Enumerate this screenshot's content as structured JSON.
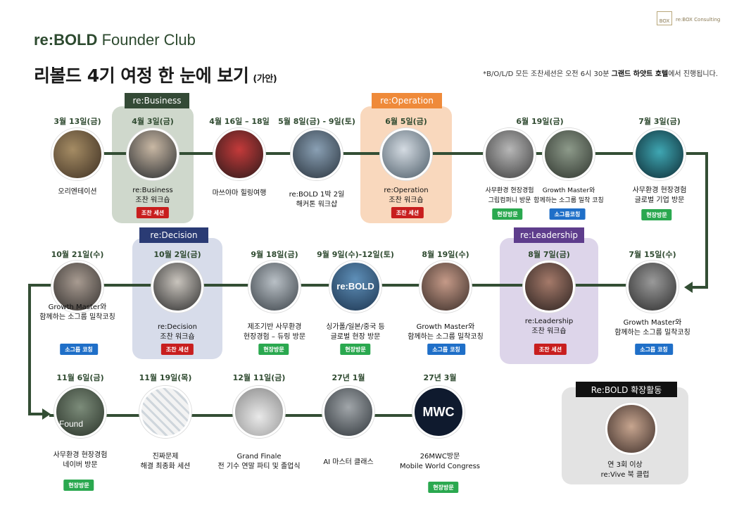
{
  "header": {
    "club_brand": "re:BOLD",
    "club_suffix": "Founder Club",
    "title": "리볼드 4기 여정 한 눈에 보기",
    "title_suffix": "(가안)",
    "note_prefix": "*B/O/L/D 모든 조찬세션은 오전 6시 30분 ",
    "note_bold": "그랜드 하얏트 호텔",
    "note_suffix": "에서 진행됩니다.",
    "logo_mark": "BOX",
    "logo_text": "re:BOX Consulting"
  },
  "panels": {
    "business": "re:Business",
    "operation": "re:Operation",
    "decision": "re:Decision",
    "leadership": "re:Leadership",
    "expansion": "Re:BOLD 확장활동"
  },
  "events": [
    {
      "date": "3월 13일(금)",
      "label": "오리엔테이션",
      "badge": ""
    },
    {
      "date": "4월 3일(금)",
      "label": "re:Business\n조찬 워크숍",
      "badge": "조찬 세션"
    },
    {
      "date": "4월 16일 – 18일",
      "label": "마쓰야마 힐링여행",
      "badge": ""
    },
    {
      "date": "5월 8일(금) - 9일(토)",
      "label": "re:BOLD 1박 2일\n해커톤 워크샵",
      "badge": ""
    },
    {
      "date": "6월 5일(금)",
      "label": "re:Operation\n조찬 워크숍",
      "badge": "조찬 세션"
    },
    {
      "date": "6월 19일(금)",
      "label": "",
      "badge": ""
    },
    {
      "date": "",
      "label": "사무환경 현장경험\n그립컴퍼니 방문",
      "badge": "현장방문"
    },
    {
      "date": "",
      "label": "Growth Master와\n함께하는 소그룹 밀착 코칭",
      "badge": "소그룹코칭"
    },
    {
      "date": "7월 3일(금)",
      "label": "사무환경 현장경험\n글로벌 기업 방문",
      "badge": "현장방문"
    },
    {
      "date": "7월 15일(수)",
      "label": "Growth Master와\n함께하는 소그룹 밀착코칭",
      "badge": "소그룹 코칭"
    },
    {
      "date": "8월 7일(금)",
      "label": "re:Leadership\n조찬 워크숍",
      "badge": "조찬 세션"
    },
    {
      "date": "8월 19일(수)",
      "label": "Growth Master와\n함께하는 소그룹 밀착코칭",
      "badge": "소그룹 코칭"
    },
    {
      "date": "9월 9일(수)-12일(토)",
      "label": "싱가폴/일본/중국 등\n글로벌 현장 방문",
      "badge": "현장방문"
    },
    {
      "date": "9월 18일(금)",
      "label": "제조기반 사무환경\n현장경험 – 듀링 방문",
      "badge": "현장방문"
    },
    {
      "date": "10월 2일(금)",
      "label": "re:Decision\n조찬 워크숍",
      "badge": "조찬 세션"
    },
    {
      "date": "10월 21일(수)",
      "label": "Growth Master와\n함께하는 소그룹 밀착코칭",
      "badge": "소그룹 코칭"
    },
    {
      "date": "11월 6일(금)",
      "label": "사무환경 현장경험\n네이버 방문",
      "badge": "현장방문"
    },
    {
      "date": "11월 19일(목)",
      "label": "진짜문제\n해결 최종화 세션",
      "badge": ""
    },
    {
      "date": "12월 11일(금)",
      "label": "Grand Finale\n전 기수 연말 파티 및 졸업식",
      "badge": ""
    },
    {
      "date": "27년 1월",
      "label": "AI 마스터 클래스",
      "badge": ""
    },
    {
      "date": "27년 3월",
      "label": "26MWC방문\nMobile World Congress",
      "badge": "현장방문"
    },
    {
      "date": "",
      "label": "연 3회 이상\nre:Vive 북 클럽",
      "badge": ""
    }
  ],
  "circle_text": {
    "mwc": "MWC",
    "rebold": "re:BOLD",
    "found": "Found"
  },
  "colors": {
    "line": "#334e34",
    "business_tab": "#344a36",
    "operation_tab": "#ef8a3a",
    "decision_tab": "#2a3b74",
    "leadership_tab": "#5e3d8c",
    "expansion_tab": "#111111",
    "badge_red": "#c81e1e",
    "badge_green": "#2aa84f",
    "badge_blue": "#1f6fc8"
  }
}
